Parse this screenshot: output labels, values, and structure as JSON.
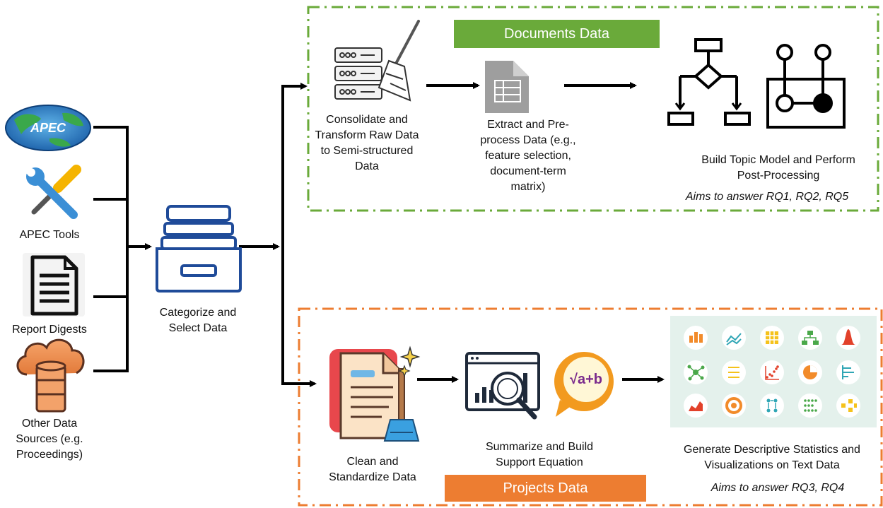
{
  "sources": {
    "apec_logo_text": "APEC",
    "apec_tools_label": "APEC Tools",
    "report_digests_label": "Report Digests",
    "other_sources_label": [
      "Other Data",
      "Sources (e.g.",
      "Proceedings)"
    ]
  },
  "categorize": {
    "label": [
      "Categorize and",
      "Select Data"
    ]
  },
  "documents": {
    "banner": "Documents Data",
    "banner_color": "#6aaa3a",
    "border_color": "#6aaa3a",
    "step1_label": [
      "Consolidate and",
      "Transform Raw Data",
      "to Semi-structured",
      "Data"
    ],
    "step2_label": [
      "Extract and Pre-",
      "process Data (e.g.,",
      "feature selection,",
      "document-term",
      "matrix)"
    ],
    "step3_label": [
      "Build Topic Model and Perform",
      "Post-Processing"
    ],
    "aims": "Aims to answer RQ1, RQ2, RQ5"
  },
  "projects": {
    "banner": "Projects Data",
    "banner_color": "#ed7d31",
    "border_color": "#ed7d31",
    "step1_label": [
      "Clean and",
      "Standardize Data"
    ],
    "step2_label": [
      "Summarize and Build",
      "Support Equation"
    ],
    "equation_text": "√a+b",
    "step3_label": [
      "Generate Descriptive Statistics and",
      "Visualizations on Text Data"
    ],
    "aims": "Aims to answer RQ3, RQ4"
  }
}
